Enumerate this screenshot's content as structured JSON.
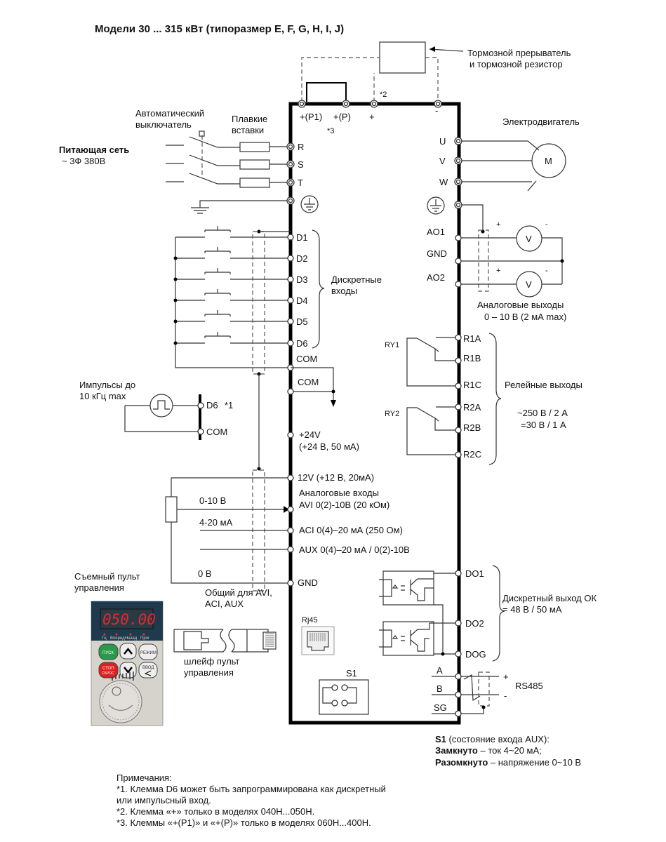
{
  "title": "Модели 30 ... 315 кВт (типоразмер E, F, G, H, I, J)",
  "brake": {
    "label_line1": "Тормозной прерыватель",
    "label_line2": "и тормозной резистор",
    "note2": "*2",
    "note3": "*3"
  },
  "top_terminals": [
    "+(P1)",
    "+(P)",
    "+",
    "-"
  ],
  "breaker_label": [
    "Автоматический",
    "выключатель"
  ],
  "fuse_label": [
    "Плавкие",
    "вставки"
  ],
  "supply": {
    "line1": "Питающая сеть",
    "line2": "~ 3Ф 380В"
  },
  "input_terminals": [
    "R",
    "S",
    "T"
  ],
  "motor": {
    "label": "Электродвигатель",
    "symbol": "M",
    "terminals": [
      "U",
      "V",
      "W"
    ]
  },
  "digital_inputs": {
    "terminals": [
      "D1",
      "D2",
      "D3",
      "D4",
      "D5",
      "D6",
      "COM"
    ],
    "label": [
      "Дискретные",
      "входы"
    ],
    "com2": "COM"
  },
  "pulse": {
    "label": [
      "Импульсы до",
      "10 кГц max"
    ],
    "d6": "D6",
    "note": "*1",
    "com": "COM"
  },
  "power": {
    "v24": "+24V",
    "v24_spec": "(+24 В, 50 мА)",
    "v12": "12V  (+12 В, 20мА)"
  },
  "analog_inputs": {
    "header": "Аналоговые входы",
    "avi": "AVI  0(2)-10В (20 кОм)",
    "aci": "ACI  0(4)–20 мА (250 Ом)",
    "aux": "AUX  0(4)–20 мА / 0(2)-10В",
    "gnd": "GND",
    "wire_0_10": "0-10 В",
    "wire_4_20": "4-20 мА",
    "wire_0v": "0 В",
    "common": [
      "Общий для AVI,",
      "ACI, AUX"
    ]
  },
  "analog_outputs": {
    "terminals": [
      "AO1",
      "GND",
      "AO2"
    ],
    "meter": "V",
    "plus": "+",
    "minus": "-",
    "label": [
      "Аналоговые выходы",
      "0 – 10 В (2 мА max)"
    ]
  },
  "relays": {
    "ry1": "RY1",
    "ry2": "RY2",
    "terminals": [
      "R1A",
      "R1B",
      "R1C",
      "R2A",
      "R2B",
      "R2C"
    ],
    "label": "Релейные выходы",
    "spec": [
      "~250 В / 2 А",
      "=30 В / 1 А"
    ]
  },
  "digital_outputs": {
    "terminals": [
      "DO1",
      "DO2",
      "DOG"
    ],
    "label": [
      "Дискретный выход ОК",
      "= 48 В / 50 мА"
    ]
  },
  "rs485": {
    "terminals": [
      "A",
      "B",
      "SG"
    ],
    "label": "RS485",
    "plus": "+",
    "minus": "-"
  },
  "keypad": {
    "label": [
      "Съемный пульт",
      "управления"
    ],
    "display": "050.00",
    "leds": [
      "Гц",
      "Вперед",
      "Назад",
      "Прог"
    ],
    "buttons": {
      "run": "ПУСК",
      "mode": "РЕЖИМ",
      "stop": "СТОП",
      "reset": "СБРОС",
      "enter": "ВВОД"
    },
    "colors": {
      "panel": "#1e3a4c",
      "body": "#d6d3cd",
      "run": "#2a9a4a",
      "stop": "#e02020",
      "display": "#e8262a"
    }
  },
  "cable": {
    "label": [
      "шлейф пульт",
      "управления"
    ]
  },
  "rj45": "Rj45",
  "s1": {
    "label": "S1",
    "note_title": "S1",
    "note_title_rest": " (состояние входа AUX):",
    "closed_bold": "Замкнуто",
    "closed_rest": " – ток 4~20 мА;",
    "open_bold": "Разомкнуто",
    "open_rest": " – напряжение 0~10 В"
  },
  "notes": [
    "Примечания:",
    "*1. Клемма D6 может быть запрограммирована как дискретный",
    " или импульсный вход.",
    "*2. Клемма «+» только в моделях 040Н...050Н.",
    "*3. Клеммы «+(Р1)» и  «+(Р)» только в моделях 060Н...400Н."
  ]
}
